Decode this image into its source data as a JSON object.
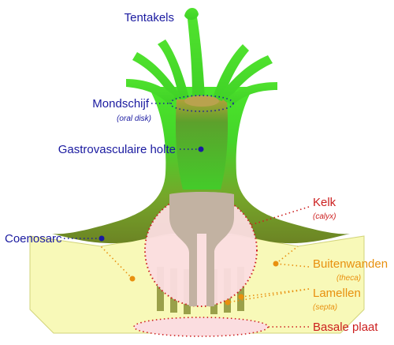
{
  "labels": {
    "tentakels": "Tentakels",
    "mondschijf": "Mondschijf",
    "mondschijf_sub": "(oral disk)",
    "gastro": "Gastrovasculaire holte",
    "coenosarc": "Coenosarc",
    "kelk": "Kelk",
    "kelk_sub": "(calyx)",
    "buitenwanden": "Buitenwanden",
    "buitenwanden_sub": "(theca)",
    "lamellen": "Lamellen",
    "lamellen_sub": "(septa)",
    "basale": "Basale plaat"
  },
  "colors": {
    "navy": "#1a1aa0",
    "red": "#cc1f1f",
    "orange": "#e8900f",
    "tentacle_green": "#49e52a",
    "body_dark": "#6f8a22",
    "skeleton_yellow": "#f8f9b8",
    "calyx_pink": "#fbdde0",
    "septa_olive": "#9aa04a",
    "skeleton_core": "#c2b2a2"
  }
}
